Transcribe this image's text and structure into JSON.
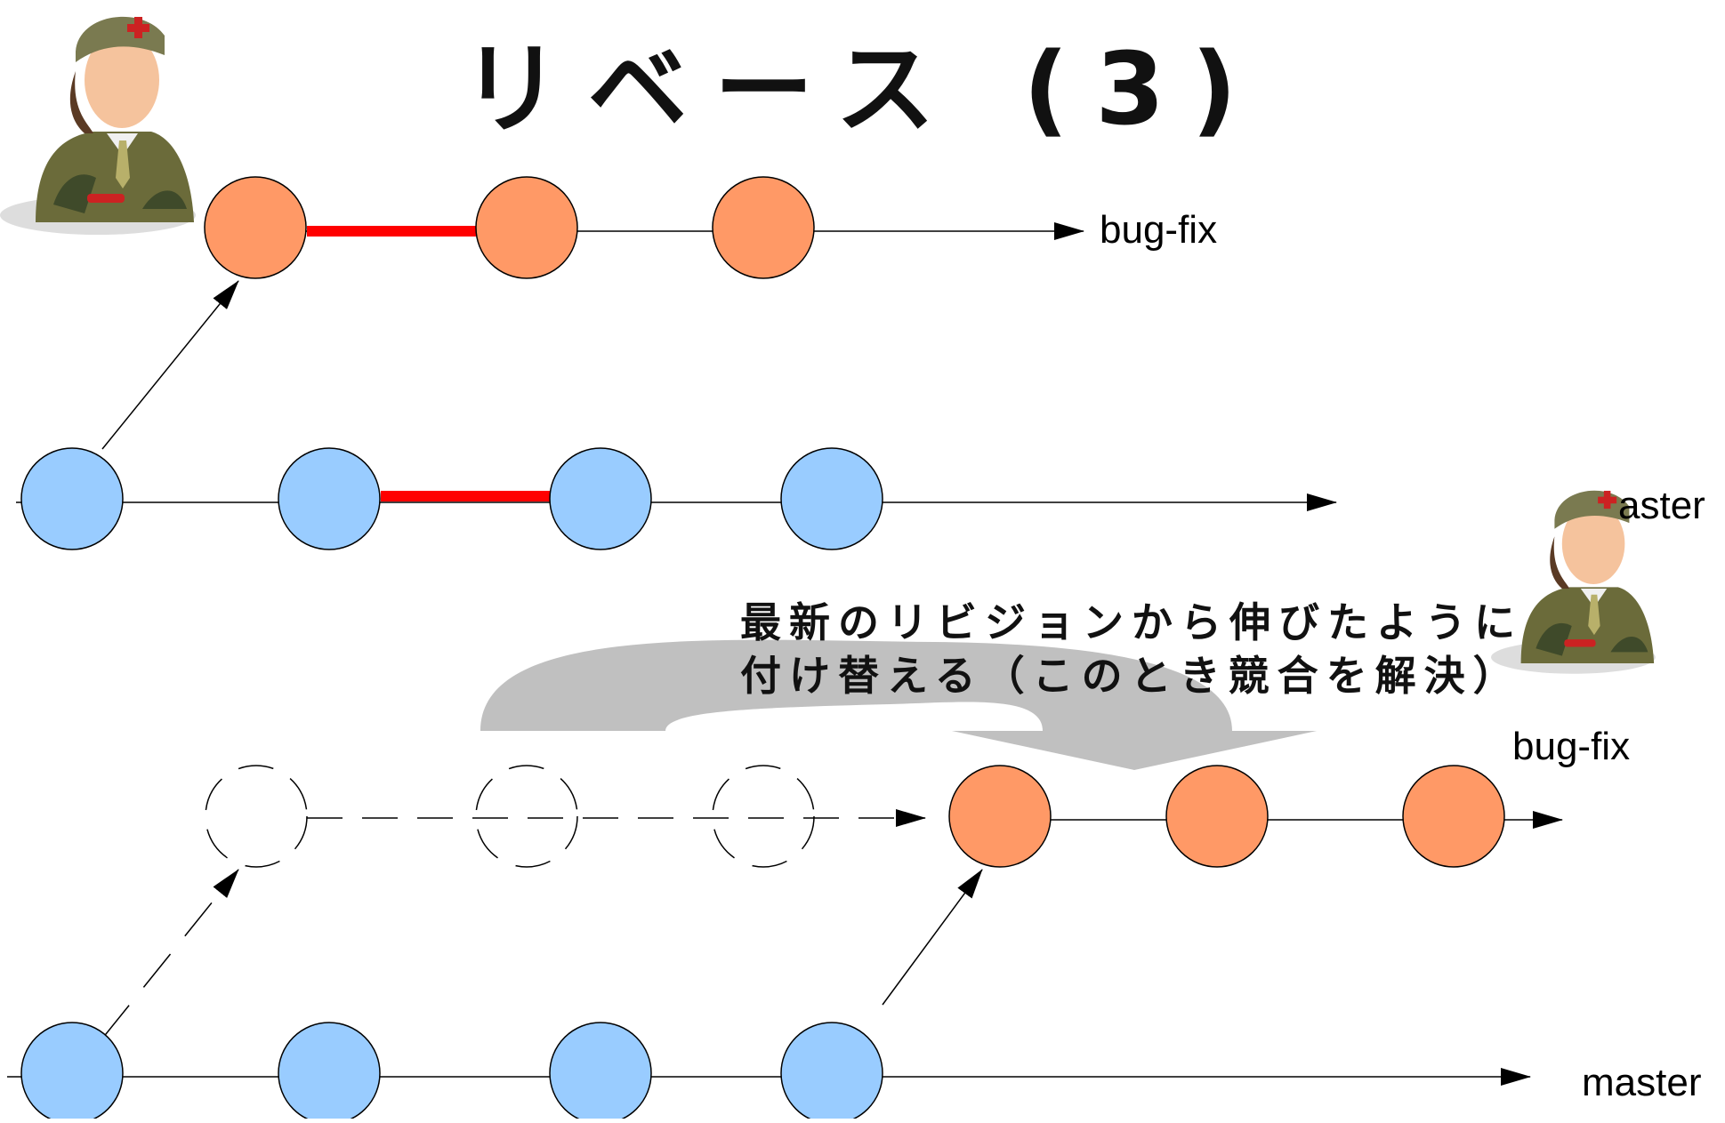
{
  "title": "リベース (3)",
  "labels": {
    "bugfix_top": "bug-fix",
    "master_top": "aster",
    "bugfix_bottom": "bug-fix",
    "master_bottom": "master"
  },
  "note": {
    "line1": "最新のリビジョンから伸びたように",
    "line2": "付け替える（このとき競合を解決）"
  },
  "colors": {
    "branch_commit": "#ff9966",
    "master_commit": "#99ccff",
    "conflict_edge": "#ff0000",
    "rebase_arrow": "#c0c0c0"
  },
  "icons": {
    "developer": "developer-avatar-icon"
  }
}
